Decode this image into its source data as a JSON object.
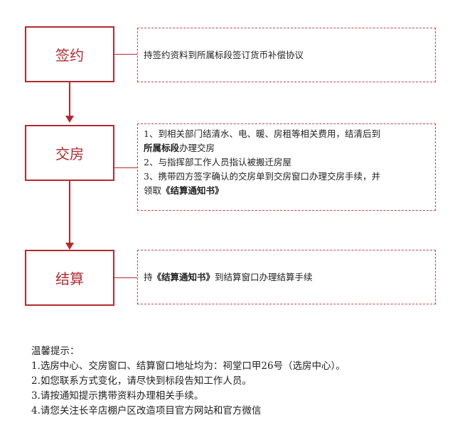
{
  "steps": [
    {
      "label": "签约"
    },
    {
      "label": "交房"
    },
    {
      "label": "结算"
    }
  ],
  "desc1": {
    "text": "持签约资料到所属标段签订货币补偿协议"
  },
  "desc2": {
    "line1": "1、到相关部门结清水、电、暖、房租等相关费用，结清后到",
    "line2_bold": "所属标段",
    "line2_rest": "办理交房",
    "line3": "2、与指挥部工作人员指认被搬迁房屋",
    "line4": "3、携带四方签字确认的交房单到交房窗口办理交房手续，并",
    "line5_pre": "领取",
    "line5_bold": "《结算通知书》"
  },
  "desc3": {
    "pre": "持",
    "bold": "《结算通知书》",
    "rest": "到结算窗口办理结算手续"
  },
  "tips": {
    "title": "温馨提示：",
    "items": [
      "1.选房中心、交房窗口、结算窗口地址均为：祠堂口甲26号（选房中心）。",
      "2.如您联系方式变化，请尽快到标段告知工作人员。",
      "3.请按通知提示携带资料办理相关手续。",
      "4.请您关注长辛店棚户区改造项目官方网站和官方微信"
    ]
  },
  "colors": {
    "accent": "#b5292e"
  }
}
